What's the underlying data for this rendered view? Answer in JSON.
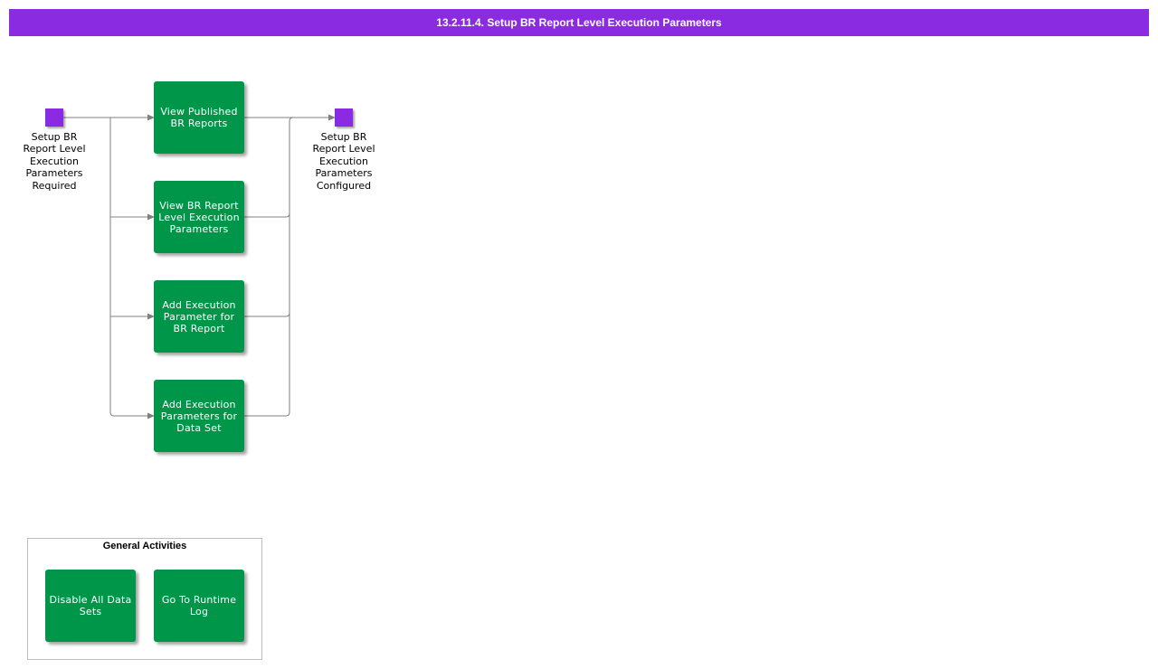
{
  "header": {
    "title": "13.2.11.4. Setup BR Report Level Execution Parameters"
  },
  "colors": {
    "title_bar": "#8a2be2",
    "event": "#8a2be2",
    "activity": "#009649",
    "connector": "#808080"
  },
  "diagram": {
    "start_event": {
      "label": "Setup BR Report Level Execution Parameters Required"
    },
    "end_event": {
      "label": "Setup BR Report Level Execution Parameters Configured"
    },
    "activities": [
      {
        "label": "View Published BR Reports"
      },
      {
        "label": "View BR Report Level Execution Parameters"
      },
      {
        "label": "Add Execution Parameter for BR Report"
      },
      {
        "label": "Add Execution Parameters for Data Set"
      }
    ]
  },
  "general_activities": {
    "title": "General Activities",
    "items": [
      {
        "label": "Disable All Data Sets"
      },
      {
        "label": "Go To Runtime Log"
      }
    ]
  }
}
